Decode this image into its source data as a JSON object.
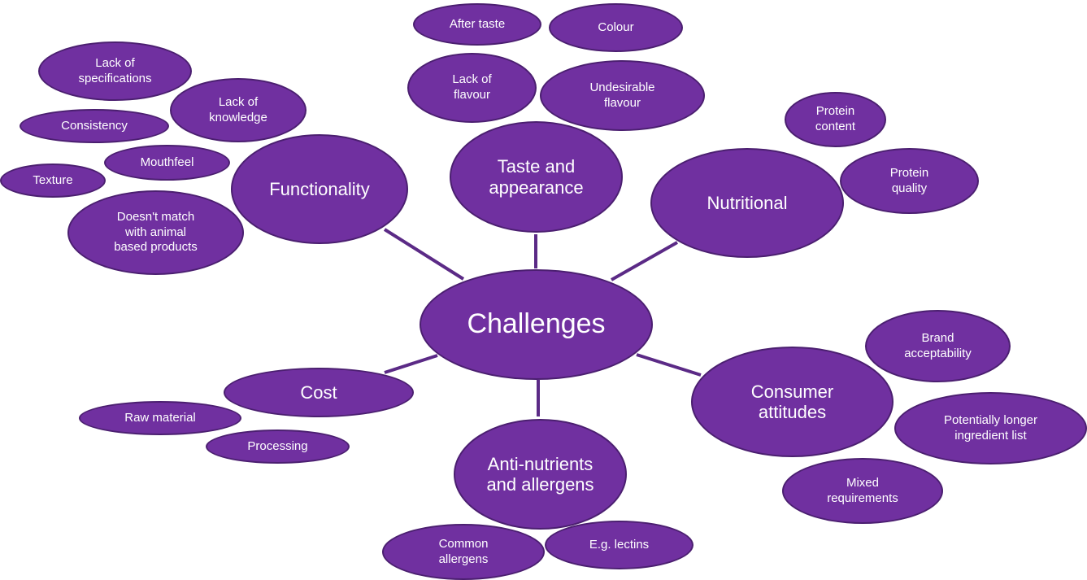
{
  "center": {
    "label": "Challenges"
  },
  "categories": {
    "functionality": {
      "label": "Functionality",
      "items": [
        "Lack of\nspecifications",
        "Lack of\nknowledge",
        "Consistency",
        "Mouthfeel",
        "Texture",
        "Doesn't match\nwith animal\nbased  products"
      ]
    },
    "taste": {
      "label": "Taste and\nappearance",
      "items": [
        "After taste",
        "Colour",
        "Lack of\nflavour",
        "Undesirable\nflavour"
      ]
    },
    "nutritional": {
      "label": "Nutritional",
      "items": [
        "Protein\ncontent",
        "Protein\nquality"
      ]
    },
    "consumer": {
      "label": "Consumer\nattitudes",
      "items": [
        "Brand\nacceptability",
        "Potentially  longer\ningredient list",
        "Mixed\nrequirements"
      ]
    },
    "anti": {
      "label": "Anti-nutrients\nand allergens",
      "items": [
        "Common\nallergens",
        "E.g. lectins"
      ]
    },
    "cost": {
      "label": "Cost",
      "items": [
        "Raw material",
        "Processing"
      ]
    }
  },
  "colors": {
    "fill": "#7030a0",
    "border": "#4b1f70",
    "line": "#5b2a86",
    "text": "#ffffff"
  }
}
